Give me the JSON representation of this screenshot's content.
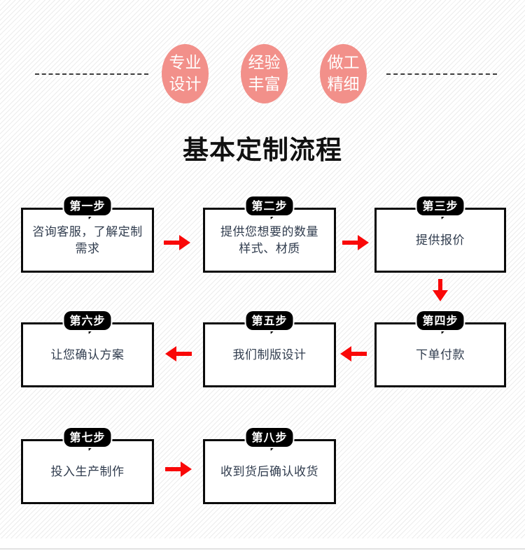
{
  "badges": [
    {
      "text": "专业\n设计"
    },
    {
      "text": "经验\n丰富"
    },
    {
      "text": "做工\n精细"
    }
  ],
  "title": "基本定制流程",
  "steps": [
    {
      "label": "第一步",
      "text": "咨询客服，了解定制\n需求"
    },
    {
      "label": "第二步",
      "text": "提供您想要的数量\n样式、材质"
    },
    {
      "label": "第三步",
      "text": "提供报价"
    },
    {
      "label": "第四步",
      "text": "下单付款"
    },
    {
      "label": "第五步",
      "text": "我们制版设计"
    },
    {
      "label": "第六步",
      "text": "让您确认方案"
    },
    {
      "label": "第七步",
      "text": "投入生产制作"
    },
    {
      "label": "第八步",
      "text": "收到货后确认收货"
    }
  ],
  "colors": {
    "badge_bg": "#f2908a",
    "badge_text": "#ffffff",
    "arrow": "#f90808",
    "step_text": "#303c4e",
    "bubble_bg": "#000000",
    "bubble_text": "#ffffff",
    "box_border": "#0a0a0a",
    "title_text": "#111111",
    "stripe": "#ececec"
  }
}
